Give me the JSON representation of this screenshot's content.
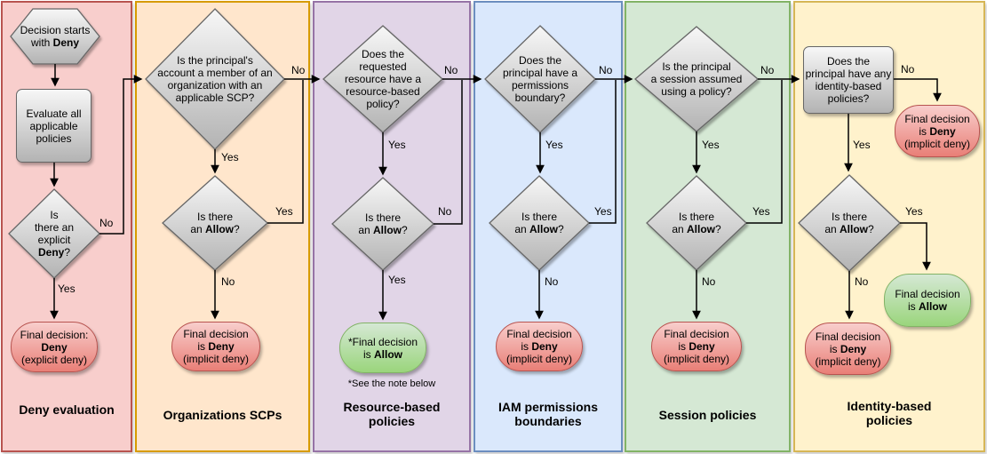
{
  "labels": {
    "yes": "Yes",
    "no": "No"
  },
  "colors": {
    "lane_deny_evaluation": {
      "fill": "#f8cecc",
      "border": "#b85450"
    },
    "lane_organizations_scps": {
      "fill": "#ffe6cc",
      "border": "#d79b00"
    },
    "lane_resource_based": {
      "fill": "#e1d5e7",
      "border": "#9673a6"
    },
    "lane_iam_boundaries": {
      "fill": "#dae8fc",
      "border": "#6c8ebf"
    },
    "lane_session_policies": {
      "fill": "#d5e8d4",
      "border": "#82b366"
    },
    "lane_identity_based": {
      "fill": "#fff2cc",
      "border": "#d6b656"
    },
    "node_gray": {
      "top": "#f7f7f7",
      "bottom": "#b3b3b3",
      "border": "#666666"
    },
    "node_deny": {
      "top": "#f8cecc",
      "bottom": "#e97f77",
      "border": "#b85450"
    },
    "node_allow": {
      "top": "#d5e8d4",
      "bottom": "#9ad57c",
      "border": "#82b366"
    },
    "edge_line": "#000000"
  },
  "columns": {
    "deny_evaluation": {
      "title": "Deny evaluation",
      "start": {
        "l1": {
          "pre": "Decision starts"
        },
        "l2": {
          "pre": "with ",
          "bold": "Deny"
        }
      },
      "process": {
        "l1": {
          "pre": "Evaluate all"
        },
        "l2": {
          "pre": "applicable"
        },
        "l3": {
          "pre": "policies"
        }
      },
      "decision": {
        "l1": {
          "pre": "Is"
        },
        "l2": {
          "pre": "there an"
        },
        "l3": {
          "pre": "explicit"
        },
        "l4": {
          "bold": "Deny",
          "post": "?"
        }
      },
      "final": {
        "l1": {
          "pre": "Final decision:"
        },
        "l2": {
          "bold": "Deny"
        },
        "l3": {
          "pre": "(explicit deny)"
        }
      }
    },
    "organizations_scps": {
      "title": "Organizations SCPs",
      "decision1": {
        "l1": {
          "pre": "Is the principal's"
        },
        "l2": {
          "pre": "account a member of an"
        },
        "l3": {
          "pre": "organization with an"
        },
        "l4": {
          "pre": "applicable SCP?"
        }
      },
      "decision2": {
        "l1": {
          "pre": "Is there"
        },
        "l2": {
          "pre": "an ",
          "bold": "Allow",
          "post": "?"
        }
      },
      "final": {
        "l1": {
          "pre": "Final decision"
        },
        "l2": {
          "pre": "is ",
          "bold": "Deny"
        },
        "l3": {
          "pre": "(implicit deny)"
        }
      }
    },
    "resource_based": {
      "title1": "Resource-based",
      "title2": "policies",
      "decision1": {
        "l1": {
          "pre": "Does the"
        },
        "l2": {
          "pre": "requested"
        },
        "l3": {
          "pre": "resource have a"
        },
        "l4": {
          "pre": "resource-based"
        },
        "l5": {
          "pre": "policy?"
        }
      },
      "decision2": {
        "l1": {
          "pre": "Is there"
        },
        "l2": {
          "pre": "an ",
          "bold": "Allow",
          "post": "?"
        }
      },
      "final": {
        "l1": {
          "pre": "*Final decision"
        },
        "l2": {
          "pre": "is ",
          "bold": "Allow"
        }
      },
      "note": "*See the note below"
    },
    "iam_permissions_boundaries": {
      "title1": "IAM permissions",
      "title2": "boundaries",
      "decision1": {
        "l1": {
          "pre": "Does the"
        },
        "l2": {
          "pre": "principal have a"
        },
        "l3": {
          "pre": "permissions"
        },
        "l4": {
          "pre": "boundary?"
        }
      },
      "decision2": {
        "l1": {
          "pre": "Is there"
        },
        "l2": {
          "pre": "an ",
          "bold": "Allow",
          "post": "?"
        }
      },
      "final": {
        "l1": {
          "pre": "Final decision"
        },
        "l2": {
          "pre": "is ",
          "bold": "Deny"
        },
        "l3": {
          "pre": "(implicit deny)"
        }
      }
    },
    "session_policies": {
      "title": "Session policies",
      "decision1": {
        "l1": {
          "pre": "Is the principal"
        },
        "l2": {
          "pre": "a session assumed"
        },
        "l3": {
          "pre": "using a policy?"
        }
      },
      "decision2": {
        "l1": {
          "pre": "Is there"
        },
        "l2": {
          "pre": "an ",
          "bold": "Allow",
          "post": "?"
        }
      },
      "final": {
        "l1": {
          "pre": "Final decision"
        },
        "l2": {
          "pre": "is ",
          "bold": "Deny"
        },
        "l3": {
          "pre": "(implicit deny)"
        }
      }
    },
    "identity_based": {
      "title1": "Identity-based",
      "title2": "policies",
      "question": {
        "l1": {
          "pre": "Does the"
        },
        "l2": {
          "pre": "principal have any"
        },
        "l3": {
          "pre": "identity-based"
        },
        "l4": {
          "pre": "policies?"
        }
      },
      "final_no_policies": {
        "l1": {
          "pre": "Final decision"
        },
        "l2": {
          "pre": "is ",
          "bold": "Deny"
        },
        "l3": {
          "pre": "(implicit deny)"
        }
      },
      "decision2": {
        "l1": {
          "pre": "Is there"
        },
        "l2": {
          "pre": "an ",
          "bold": "Allow",
          "post": "?"
        }
      },
      "final_allow": {
        "l1": {
          "pre": "Final decision"
        },
        "l2": {
          "pre": "is ",
          "bold": "Allow"
        }
      },
      "final_deny": {
        "l1": {
          "pre": "Final decision"
        },
        "l2": {
          "pre": "is ",
          "bold": "Deny"
        },
        "l3": {
          "pre": "(implicit deny)"
        }
      }
    }
  }
}
